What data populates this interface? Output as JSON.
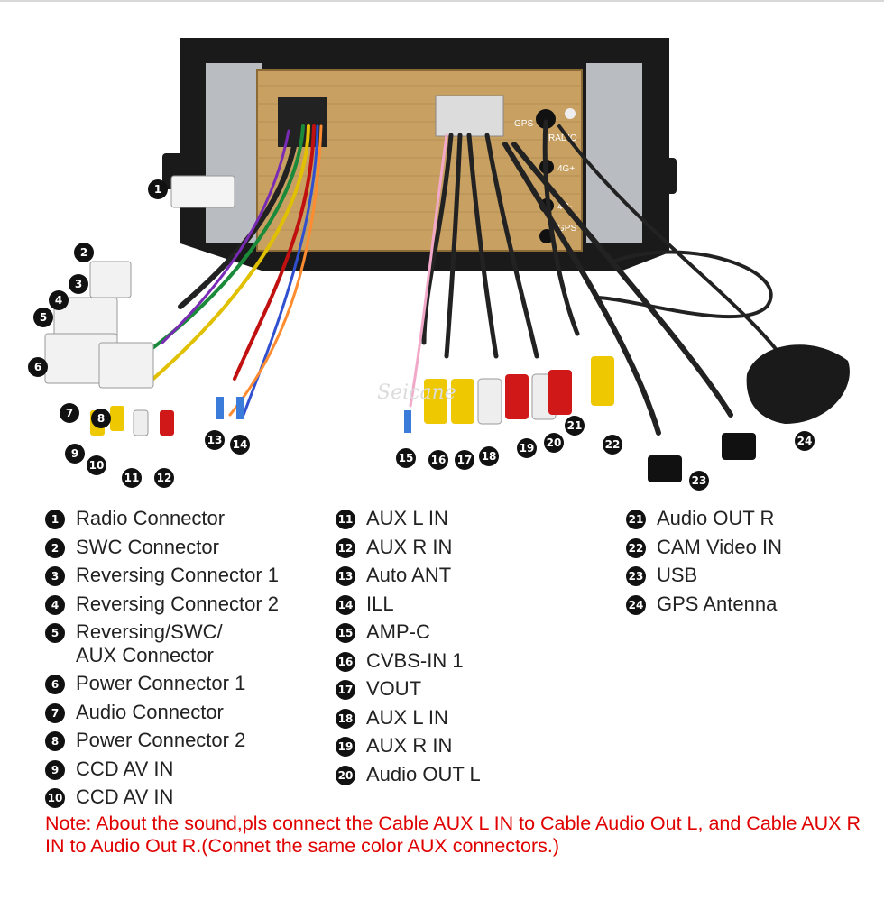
{
  "watermark": "Seicane",
  "unit_labels": {
    "gps": "GPS",
    "radio": "RADIO",
    "4g_plus": "4G+",
    "4g_minus": "4G-",
    "gps2": "GPS"
  },
  "callouts": [
    "1",
    "2",
    "3",
    "4",
    "5",
    "6",
    "7",
    "8",
    "9",
    "10",
    "11",
    "12",
    "13",
    "14",
    "15",
    "16",
    "17",
    "18",
    "19",
    "20",
    "21",
    "22",
    "23",
    "24"
  ],
  "legend": {
    "col1": [
      {
        "num": "1",
        "label": "Radio Connector"
      },
      {
        "num": "2",
        "label": "SWC Connector"
      },
      {
        "num": "3",
        "label": "Reversing Connector 1"
      },
      {
        "num": "4",
        "label": "Reversing Connector 2"
      },
      {
        "num": "5",
        "label": "Reversing/SWC/\nAUX Connector"
      },
      {
        "num": "6",
        "label": "Power Connector 1"
      },
      {
        "num": "7",
        "label": "Audio Connector"
      },
      {
        "num": "8",
        "label": "Power Connector 2"
      },
      {
        "num": "9",
        "label": "CCD AV IN"
      },
      {
        "num": "10",
        "label": "CCD AV IN"
      }
    ],
    "col2": [
      {
        "num": "11",
        "label": "AUX L IN"
      },
      {
        "num": "12",
        "label": "AUX R IN"
      },
      {
        "num": "13",
        "label": "Auto ANT"
      },
      {
        "num": "14",
        "label": "ILL"
      },
      {
        "num": "15",
        "label": "AMP-C"
      },
      {
        "num": "16",
        "label": "CVBS-IN 1"
      },
      {
        "num": "17",
        "label": "VOUT"
      },
      {
        "num": "18",
        "label": "AUX L IN"
      },
      {
        "num": "19",
        "label": "AUX R IN"
      },
      {
        "num": "20",
        "label": "Audio OUT L"
      }
    ],
    "col3": [
      {
        "num": "21",
        "label": "Audio OUT R"
      },
      {
        "num": "22",
        "label": "CAM Video IN"
      },
      {
        "num": "23",
        "label": "USB"
      },
      {
        "num": "24",
        "label": "GPS Antenna"
      }
    ]
  },
  "note": "Note: About the sound,pls connect the Cable AUX L IN to Cable Audio Out L, and Cable AUX R IN to  Audio Out R.(Connet the same color AUX connectors.)"
}
